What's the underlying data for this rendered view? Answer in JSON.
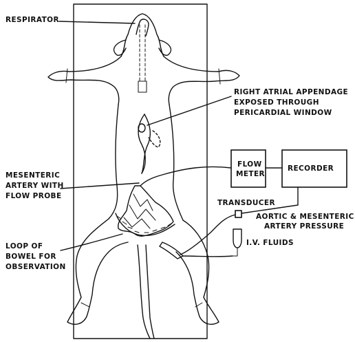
{
  "labels": {
    "respirator": "RESPIRATOR",
    "right_atrial": [
      "RIGHT ATRIAL APPENDAGE",
      "EXPOSED THROUGH",
      "PERICARDIAL WINDOW"
    ],
    "mesenteric": [
      "MESENTERIC",
      "ARTERY WITH",
      "FLOW PROBE"
    ],
    "bowel": [
      "LOOP OF",
      "BOWEL FOR",
      "OBSERVATION"
    ],
    "transducer": "TRANSDUCER",
    "pressure": [
      "AORTIC & MESENTERIC",
      "ARTERY PRESSURE"
    ],
    "iv_fluids": "I.V. FLUIDS",
    "flow_meter": [
      "FLOW",
      "METER"
    ],
    "recorder": "RECORDER"
  }
}
